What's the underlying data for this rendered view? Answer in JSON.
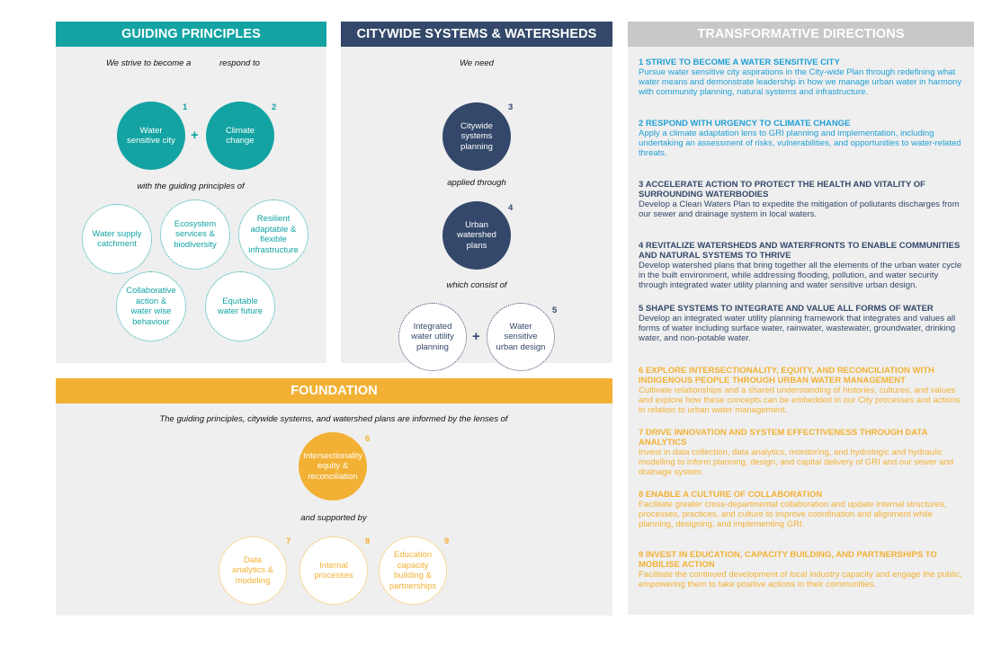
{
  "guiding": {
    "title": "GUIDING PRINCIPLES",
    "intro_left": "We strive to become a",
    "intro_right": "respond to",
    "c1": {
      "label": "Water sensitive city",
      "num": "1"
    },
    "c2": {
      "label": "Climate change",
      "num": "2"
    },
    "plus": "+",
    "mid": "with the guiding principles of",
    "p1": "Water supply catchment",
    "p2": "Ecosystem services & biodiversity",
    "p3": "Resilient adaptable & flexible infrastructure",
    "p4": "Collaborative action & water wise behaviour",
    "p5": "Equitable water future"
  },
  "citywide": {
    "title": "CITYWIDE SYSTEMS & WATERSHEDS",
    "we_need": "We need",
    "c3": {
      "label": "Citywide systems planning",
      "num": "3"
    },
    "applied": "applied through",
    "c4": {
      "label": "Urban watershed plans",
      "num": "4"
    },
    "consist": "which consist of",
    "c5a": "Integrated water utility planning",
    "c5b": "Water sensitive urban design",
    "num5": "5",
    "plus": "+"
  },
  "foundation": {
    "title": "FOUNDATION",
    "intro": "The guiding principles, citywide systems, and watershed plans are informed by the lenses of",
    "c6": {
      "label": "Intersectionality equity & reconciliation",
      "num": "6"
    },
    "supported": "and supported by",
    "c7": {
      "label": "Data analytics & modeling",
      "num": "7"
    },
    "c8": {
      "label": "Internal processes",
      "num": "8"
    },
    "c9": {
      "label": "Education capacity building & partnerships",
      "num": "9"
    }
  },
  "transformative": {
    "title": "TRANSFORMATIVE DIRECTIONS",
    "items": [
      {
        "title": "1 STRIVE TO BECOME A WATER SENSITIVE CITY",
        "desc": "Pursue water sensitive city aspirations in the City-wide Plan through redefining what water means and demonstrate leadership in how we manage urban water in harmony with community planning, natural systems and infrastructure."
      },
      {
        "title": "2 RESPOND WITH URGENCY TO CLIMATE CHANGE",
        "desc": "Apply a climate adaptation lens to GRI planning and implementation, including undertaking an assessment of risks, vulnerabilities, and opportunities to water-related threats."
      },
      {
        "title": "3 ACCELERATE ACTION TO PROTECT THE HEALTH AND VITALITY OF SURROUNDING WATERBODIES",
        "desc": "Develop a Clean Waters Plan to expedite the mitigation of pollutants discharges from our sewer and drainage system in local waters."
      },
      {
        "title": "4 REVITALIZE WATERSHEDS AND WATERFRONTS TO ENABLE COMMUNITIES AND NATURAL SYSTEMS TO THRIVE",
        "desc": "Develop watershed plans that bring together all the elements of the urban water cycle in the built environment, while addressing flooding, pollution, and water security through integrated water utility planning and water sensitive urban design."
      },
      {
        "title": "5 SHAPE SYSTEMS TO INTEGRATE AND VALUE ALL FORMS OF WATER",
        "desc": "Develop an integrated water utility planning framework that integrates and values all forms of water including surface water, rainwater, wastewater, groundwater, drinking water, and non-potable water."
      },
      {
        "title": "6 EXPLORE INTERSECTIONALITY, EQUITY, AND RECONCILIATION WITH INDIGENOUS PEOPLE THROUGH URBAN WATER MANAGEMENT",
        "desc": "Cultivate relationships and a shared understanding of histories, cultures, and values and explore how these concepts can be embedded in our City processes and actions in relation to urban water management."
      },
      {
        "title": "7 DRIVE INNOVATION AND SYSTEM EFFECTIVENESS THROUGH DATA ANALYTICS",
        "desc": "Invest in data collection, data analytics, monitoring, and hydrologic and hydraulic modelling to inform planning, design, and capital delivery of GRI and our sewer and drainage system."
      },
      {
        "title": "8 ENABLE A CULTURE OF COLLABORATION",
        "desc": "Facilitate greater cross-departmental collaboration and update internal structures, processes, practices, and culture to improve coordination and alignment while planning, designing, and implementing GRI."
      },
      {
        "title": "9 INVEST IN EDUCATION, CAPACITY BUILDING, AND PARTNERSHIPS TO MOBILISE ACTION",
        "desc": "Facilitate the continued development of local industry capacity and engage the public, empowering them to take positive actions in their communities."
      }
    ]
  }
}
